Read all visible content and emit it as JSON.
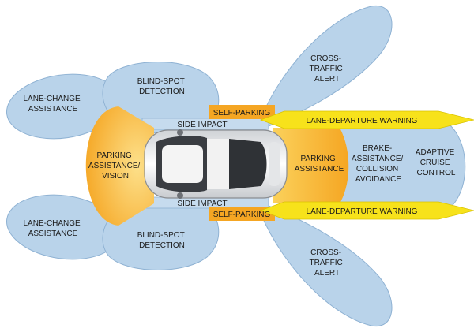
{
  "colors": {
    "blue_zone": "#b9d3ea",
    "blue_edge": "#8fb2d3",
    "orange_zone": "#f5a623",
    "orange_light": "#fcd66a",
    "yellow_arrow": "#f7e21b",
    "car_body": "#e8e8e8"
  },
  "labels": {
    "lane_change_top": [
      "LANE-CHANGE",
      "ASSISTANCE"
    ],
    "lane_change_bottom": [
      "LANE-CHANGE",
      "ASSISTANCE"
    ],
    "blind_spot_top": [
      "BLIND-SPOT",
      "DETECTION"
    ],
    "blind_spot_bottom": [
      "BLIND-SPOT",
      "DETECTION"
    ],
    "cross_traffic_top": [
      "CROSS-",
      "TRAFFIC",
      "ALERT"
    ],
    "cross_traffic_bottom": [
      "CROSS-",
      "TRAFFIC",
      "ALERT"
    ],
    "parking_vision": [
      "PARKING",
      "ASSISTANCE/",
      "VISION"
    ],
    "parking_assistance": [
      "PARKING",
      "ASSISTANCE"
    ],
    "brake_assistance": [
      "BRAKE-",
      "ASSISTANCE/",
      "COLLISION",
      "AVOIDANCE"
    ],
    "adaptive_cruise": [
      "ADAPTIVE",
      "CRUISE",
      "CONTROL"
    ],
    "side_impact_top": "SIDE IMPACT",
    "side_impact_bottom": "SIDE IMPACT",
    "self_parking_top": "SELF-PARKING",
    "self_parking_bottom": "SELF-PARKING",
    "lane_departure_top": "LANE-DEPARTURE WARNING",
    "lane_departure_bottom": "LANE-DEPARTURE WARNING"
  }
}
